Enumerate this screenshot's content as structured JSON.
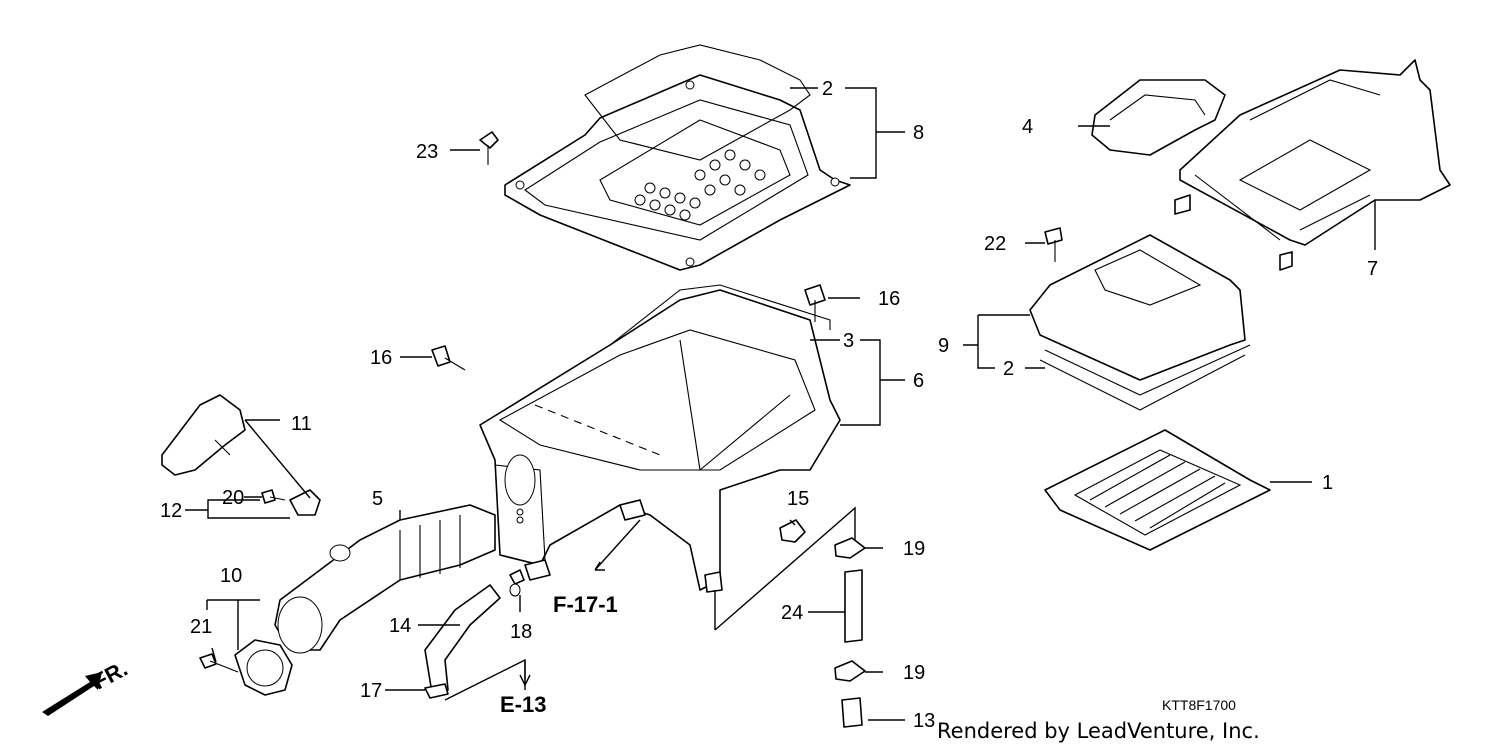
{
  "diagram": {
    "callouts": {
      "c1": "1",
      "c2a": "2",
      "c2b": "2",
      "c3": "3",
      "c4": "4",
      "c5": "5",
      "c6": "6",
      "c7": "7",
      "c8": "8",
      "c9": "9",
      "c10": "10",
      "c11": "11",
      "c12": "12",
      "c13": "13",
      "c14": "14",
      "c15": "15",
      "c16a": "16",
      "c16b": "16",
      "c17": "17",
      "c18": "18",
      "c19a": "19",
      "c19b": "19",
      "c20": "20",
      "c21": "21",
      "c22": "22",
      "c23": "23",
      "c24": "24"
    },
    "refs": {
      "f17": "F-17-1",
      "e13": "E-13"
    },
    "front_marker": "FR.",
    "diagram_code": "KTT8F1700",
    "credit": "Rendered by LeadVenture, Inc."
  }
}
